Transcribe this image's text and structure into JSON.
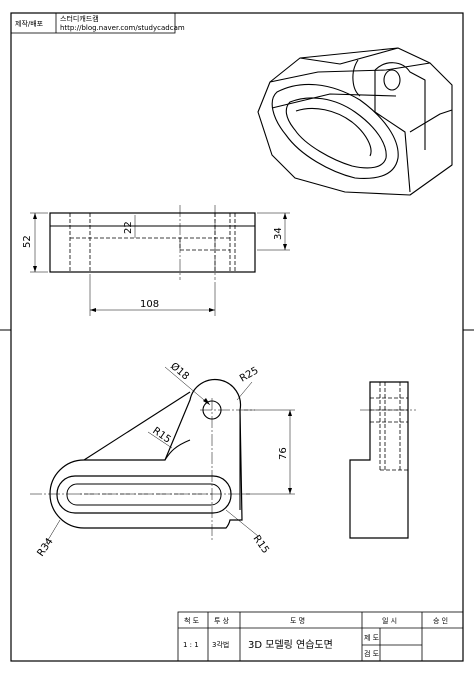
{
  "header": {
    "label": "제작/배포",
    "author": "스터디캐드캠",
    "url": "http://blog.naver.com/studycadcam"
  },
  "dimensions": {
    "front_height": "52",
    "slot_depth": "22",
    "right_height": "34",
    "length": "108",
    "hole_dia": "Ø18",
    "top_radius": "R25",
    "fillet_radius": "R15",
    "center_dist": "76",
    "outer_radius": "R34",
    "inner_radius": "R15"
  },
  "title_block": {
    "scale_label": "척 도",
    "projection_label": "투 상",
    "drawing_label": "도 명",
    "date_label": "일 시",
    "approval_label": "승 인",
    "scale_value": "1 : 1",
    "projection_value": "3각법",
    "drawing_name": "3D 모델링 연습도면",
    "drafter_label": "제 도",
    "checker_label": "검 도"
  }
}
